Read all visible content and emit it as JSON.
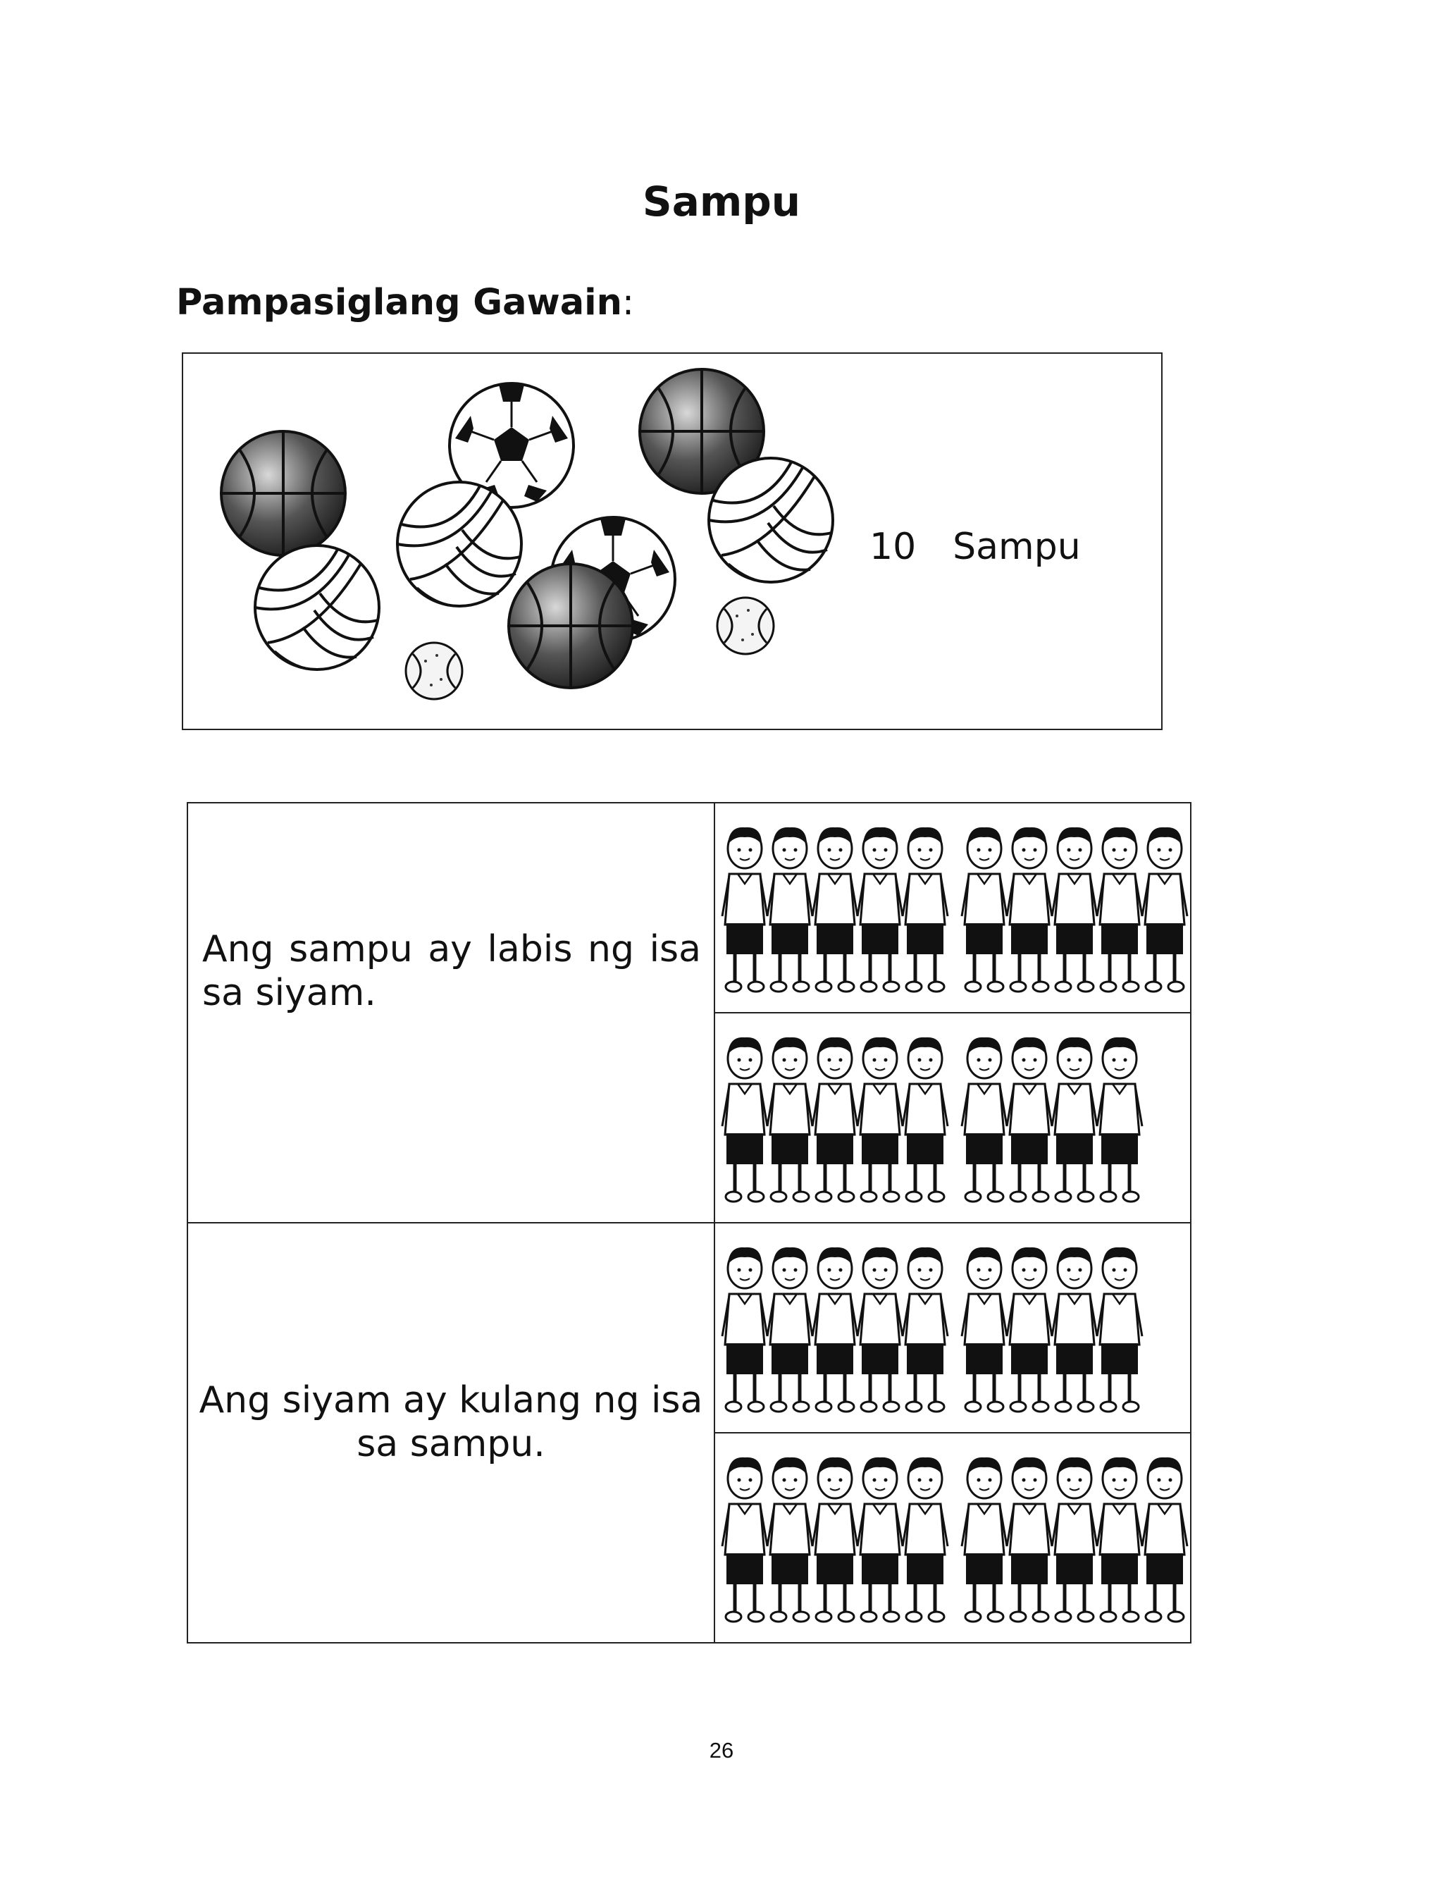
{
  "title": "Sampu",
  "heading": {
    "bold": "Pampasiglang Gawain",
    "suffix": ":"
  },
  "balls_panel": {
    "number": "10",
    "word": "Sampu"
  },
  "rows": [
    {
      "text": "Ang sampu ay labis ng isa sa siyam.",
      "children_counts": [
        10,
        9
      ]
    },
    {
      "text": "Ang siyam ay kulang ng isa sa sampu.",
      "children_counts": [
        9,
        10
      ]
    }
  ],
  "page_number": "26",
  "icons": [
    "basketball-icon",
    "soccer-ball-icon",
    "volleyball-icon",
    "small-ball-icon",
    "child-icon"
  ]
}
